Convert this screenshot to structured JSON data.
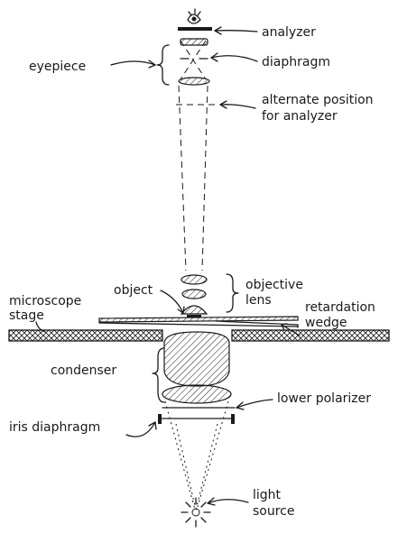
{
  "labels": {
    "analyzer": "analyzer",
    "eyepiece": "eyepiece",
    "diaphragm": "diaphragm",
    "alternate_line1": "alternate position",
    "alternate_line2": "for analyzer",
    "objective_line1": "objective",
    "objective_line2": "lens",
    "object": "object",
    "microscope_line1": "microscope",
    "microscope_line2": "stage",
    "retardation_line1": "retardation",
    "retardation_line2": "wedge",
    "condenser": "condenser",
    "lower_polarizer": "lower polarizer",
    "iris_diaphragm": "iris diaphragm",
    "light_line1": "light",
    "light_line2": "source"
  }
}
